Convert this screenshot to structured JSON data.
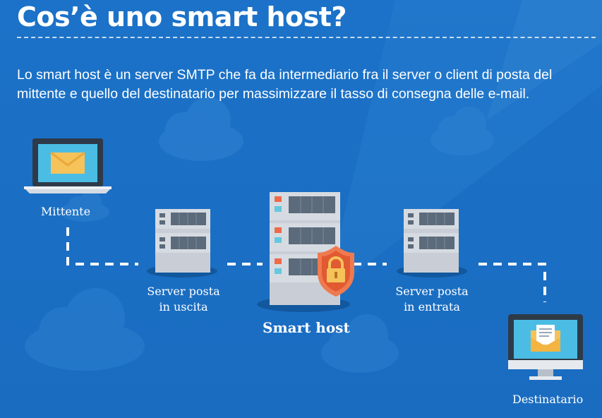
{
  "title": "Cos’è uno smart host?",
  "intro": "Lo smart host è un server SMTP che fa da intermediario fra il server o client di posta del mittente e quello del destinatario per massimizzare il tasso di consegna delle e-mail.",
  "nodes": {
    "sender": "Mittente",
    "outgoing_line1": "Server posta",
    "outgoing_line2": "in uscita",
    "smart_host": "Smart host",
    "incoming_line1": "Server posta",
    "incoming_line2": "in entrata",
    "recipient": "Destinatario"
  },
  "colors": {
    "background": "#1a6ec4",
    "server_body": "#c9ced6",
    "server_dark": "#5c6b7b",
    "shield": "#e8643c",
    "screen": "#5bc6e8",
    "envelope": "#f6c25a",
    "connector": "#ffffff"
  },
  "icons": [
    "laptop-icon",
    "envelope-icon",
    "server-icon",
    "shield-lock-icon",
    "monitor-icon",
    "cloud-icon"
  ]
}
